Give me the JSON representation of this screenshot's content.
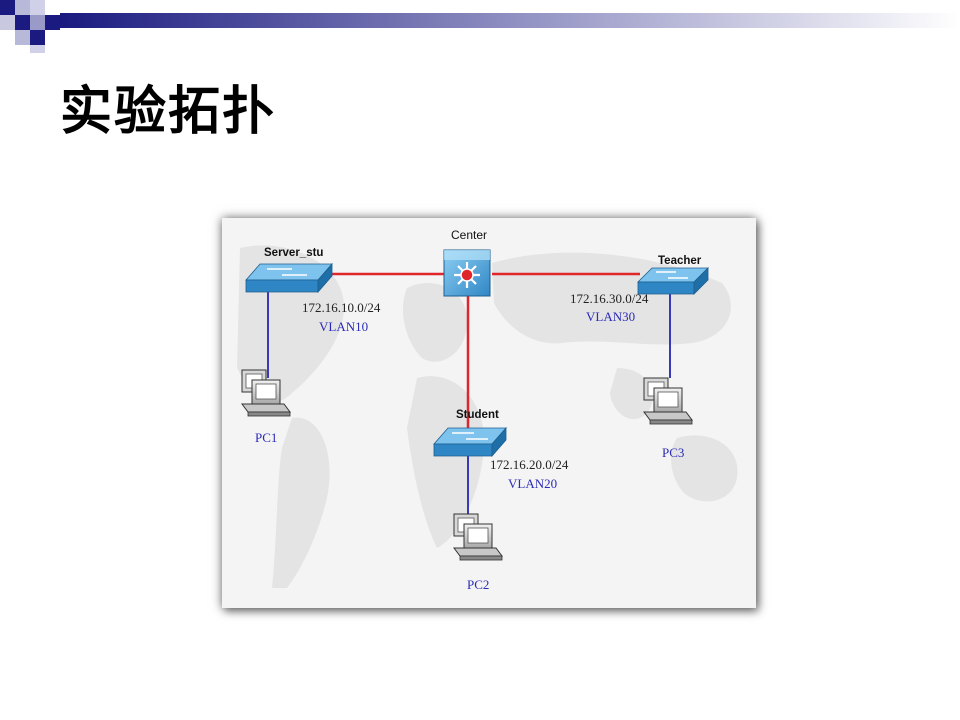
{
  "slide": {
    "title": "实验拓扑"
  },
  "colors": {
    "trunk_link": "#e0262a",
    "access_link": "#3a3ab8",
    "vlan_text": "#2b2bb8",
    "switch_top": "#7ec3ee",
    "switch_side": "#2f86c4"
  },
  "diagram": {
    "core_switch": {
      "label": "Center",
      "icon": "multilayer-switch-icon"
    },
    "access_switches": [
      {
        "id": "server-stu",
        "label": "Server_stu",
        "subnet": "172.16.10.0/24",
        "vlan": "VLAN10",
        "pc": "PC1"
      },
      {
        "id": "student",
        "label": "Student",
        "subnet": "172.16.20.0/24",
        "vlan": "VLAN20",
        "pc": "PC2"
      },
      {
        "id": "teacher",
        "label": "Teacher",
        "subnet": "172.16.30.0/24",
        "vlan": "VLAN30",
        "pc": "PC3"
      }
    ]
  }
}
